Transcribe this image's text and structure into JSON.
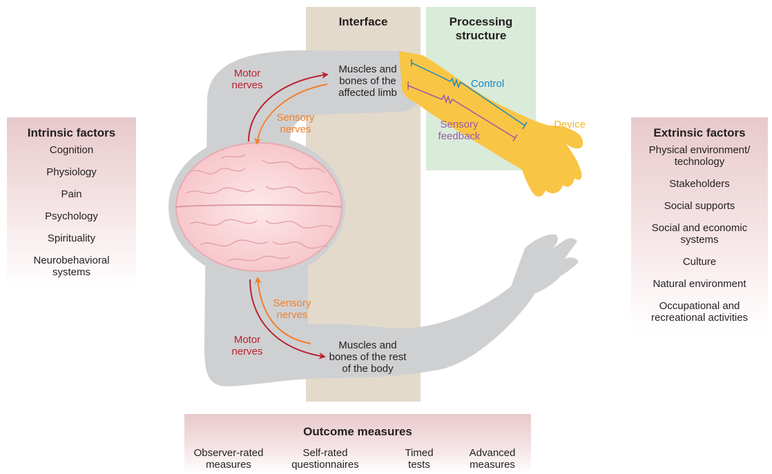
{
  "columns": {
    "interface": "Interface",
    "processing": "Processing\nstructure"
  },
  "intrinsic": {
    "title": "Intrinsic factors",
    "items": [
      "Cognition",
      "Physiology",
      "Pain",
      "Psychology",
      "Spirituality",
      "Neurobehavioral\nsystems"
    ]
  },
  "extrinsic": {
    "title": "Extrinsic factors",
    "items": [
      "Physical environment/\ntechnology",
      "Stakeholders",
      "Social supports",
      "Social and economic\nsystems",
      "Culture",
      "Natural environment",
      "Occupational and\nrecreational activities"
    ]
  },
  "labels": {
    "motor_top": "Motor\nnerves",
    "sensory_top": "Sensory\nnerves",
    "muscles_affected": "Muscles and\nbones of the\naffected limb",
    "control": "Control",
    "sensory_feedback": "Sensory\nfeedback",
    "device": "Device",
    "sensory_bottom": "Sensory\nnerves",
    "motor_bottom": "Motor\nnerves",
    "muscles_rest": "Muscles and\nbones of the rest\nof the body"
  },
  "outcome": {
    "title": "Outcome measures",
    "measures": [
      "Observer-rated\nmeasures",
      "Self-rated\nquestionnaires",
      "Timed\ntests",
      "Advanced\nmeasures"
    ]
  },
  "colors": {
    "interface_band": "#e3dacb",
    "processing_band": "#d9ebd9",
    "body": "#cfd0d2",
    "device": "#f9c544",
    "motor": "#b8222e",
    "sensory": "#f07f2a",
    "control": "#1a86c7",
    "feedback": "#9b59a8",
    "factor_box": "#e8c9cb"
  }
}
